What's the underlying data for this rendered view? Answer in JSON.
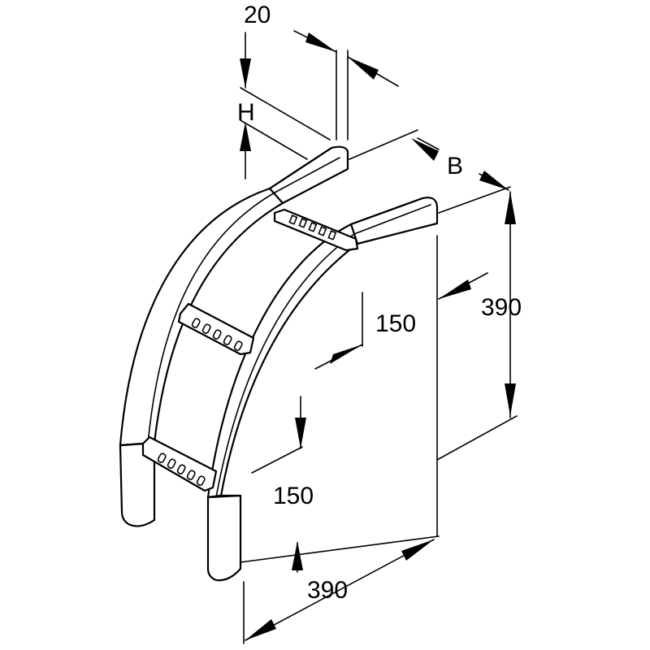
{
  "drawing": {
    "labels": {
      "gap_width": "20",
      "rail_height": "H",
      "tray_width": "B",
      "vertical_radius": "390",
      "horizontal_radius": "390",
      "inner_offset_upper": "150",
      "inner_offset_lower": "150"
    },
    "colors": {
      "line": "#000000",
      "background": "#ffffff"
    }
  }
}
